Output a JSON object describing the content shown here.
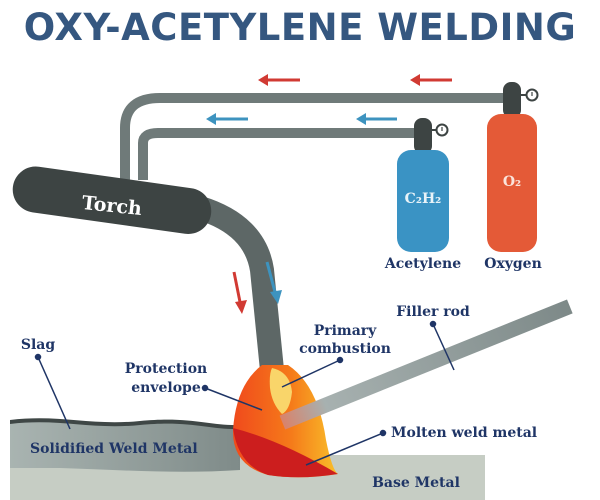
{
  "title": "OXY-ACETYLENE WELDING",
  "colors": {
    "title": "#355780",
    "label": "#1f3566",
    "hose": "#6f7a79",
    "torch": "#3d4443",
    "acetylene_cylinder": "#3a93c4",
    "oxygen_cylinder": "#e45a37",
    "oxygen_arrow": "#d13a33",
    "acetylene_arrow": "#3d93bf",
    "flame_outer": "#f2531e",
    "flame_inner": "#f7a21c",
    "primary_combustion": "#f9d56a",
    "molten_metal": "#cc1e1e"
  },
  "torch": {
    "label": "Torch"
  },
  "cylinders": [
    {
      "name": "acetylene",
      "formula": "C₂H₂",
      "label": "Acetylene"
    },
    {
      "name": "oxygen",
      "formula": "O₂",
      "label": "Oxygen"
    }
  ],
  "labels": {
    "filler_rod": "Filler rod",
    "primary_combustion_line1": "Primary",
    "primary_combustion_line2": "combustion",
    "protection_envelope_line1": "Protection",
    "protection_envelope_line2": "envelope",
    "slag": "Slag",
    "solidified_weld_metal": "Solidified Weld Metal",
    "molten_weld_metal": "Molten weld metal",
    "base_metal": "Base Metal"
  }
}
